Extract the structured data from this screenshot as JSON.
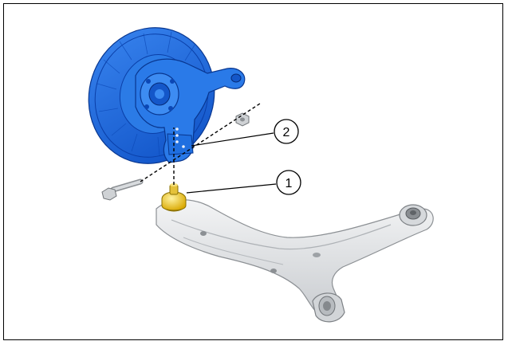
{
  "callouts": [
    {
      "number": "1",
      "part": "ball-joint"
    },
    {
      "number": "2",
      "part": "knuckle-bracket"
    }
  ],
  "colors": {
    "knuckle": "#1f6fe0",
    "knuckle_dark": "#0a3fa8",
    "ball_joint": "#f2c81a",
    "control_arm": "#e4e6e8",
    "control_arm_shadow": "#b7bbbf",
    "bolt": "#cfd2d5",
    "line": "#000000",
    "border": "#000000"
  },
  "icons": [
    "brake-disc-icon",
    "steering-knuckle-icon",
    "lower-control-arm-icon",
    "pinch-bolt-icon",
    "nut-icon",
    "ball-joint-icon"
  ]
}
